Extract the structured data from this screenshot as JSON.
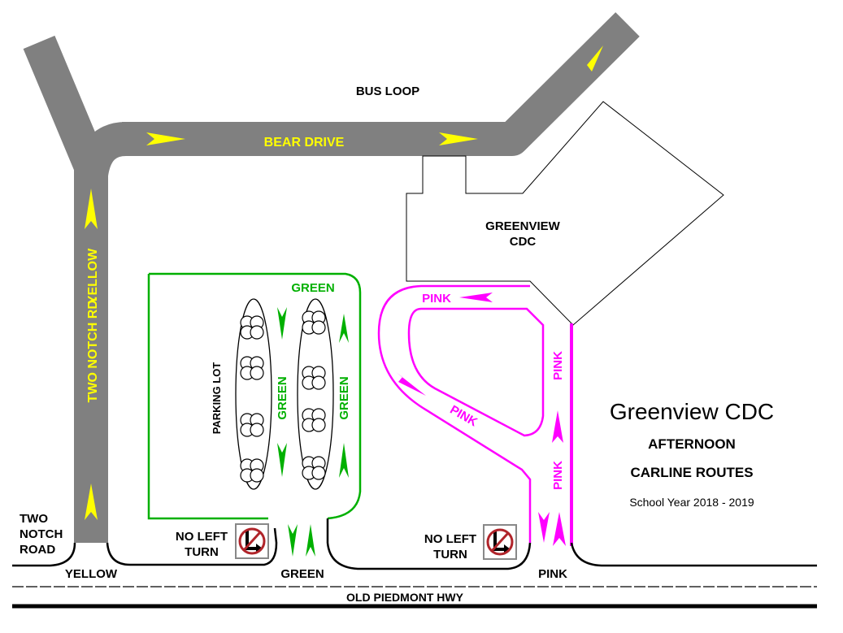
{
  "map": {
    "roads": {
      "bus_loop": "BUS LOOP",
      "bear_drive": "BEAR DRIVE",
      "two_notch_rd": "TWO NOTCH RD.",
      "two_notch_road_lines": [
        "TWO",
        "NOTCH",
        "ROAD"
      ],
      "old_piedmont_hwy": "OLD PIEDMONT HWY"
    },
    "building": [
      "GREENVIEW",
      "CDC"
    ],
    "parking_lot": "PARKING LOT",
    "routes": {
      "yellow": "YELLOW",
      "green": "GREEN",
      "pink": "PINK"
    },
    "signs": {
      "no_left_turn_lines": [
        "NO LEFT",
        "TURN"
      ]
    },
    "colors": {
      "road": "#808080",
      "yellow": "#ffff00",
      "green": "#00b000",
      "pink": "#ff00ff"
    }
  },
  "title_block": {
    "title": "Greenview CDC",
    "line1": "AFTERNOON",
    "line2": "CARLINE ROUTES",
    "school_year": "School Year 2018 - 2019"
  }
}
